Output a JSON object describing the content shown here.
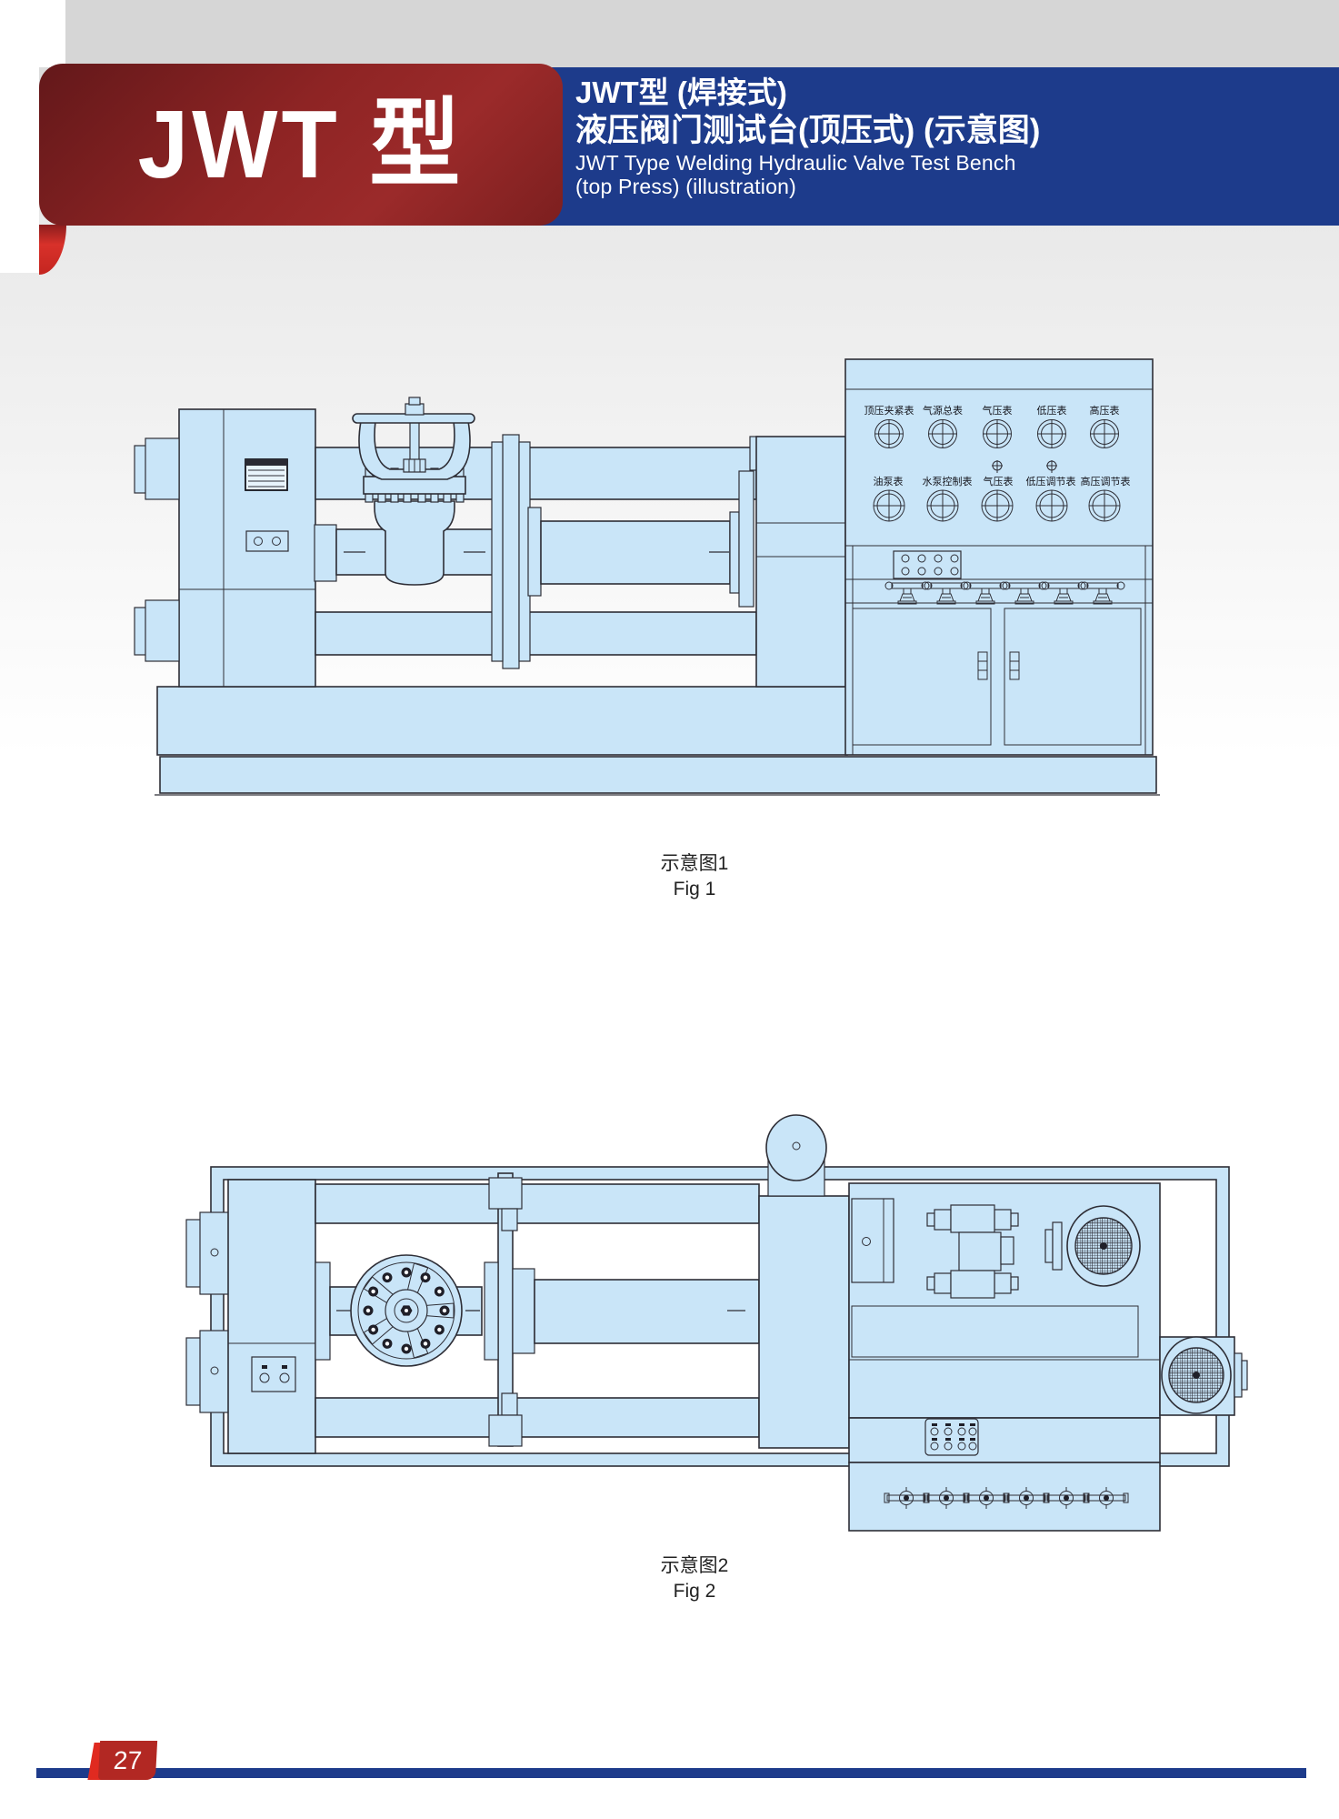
{
  "header": {
    "badge": "JWT 型",
    "title_zh_line1": "JWT型 (焊接式)",
    "title_zh_line2": "液压阀门测试台(顶压式) (示意图)",
    "title_en_line1": "JWT Type Welding Hydraulic Valve Test Bench",
    "title_en_line2": "(top Press) (illustration)",
    "colors": {
      "band_blue": "#1d3b8b",
      "ribbon_red": "#8e2424",
      "curl_red": "#d8312a"
    }
  },
  "fig1": {
    "caption_zh": "示意图1",
    "caption_en": "Fig 1",
    "panel": {
      "row1": [
        "顶压夹紧表",
        "气源总表",
        "气压表",
        "低压表",
        "高压表"
      ],
      "row2": [
        "油泵表",
        "水泵控制表",
        "气压表",
        "低压调节表",
        "高压调节表"
      ]
    }
  },
  "fig2": {
    "caption_zh": "示意图2",
    "caption_en": "Fig 2"
  },
  "footer": {
    "page_number": "27",
    "colors": {
      "bar_blue": "#1d3b8b",
      "tab_red": "#b22823"
    }
  },
  "drawing_colors": {
    "machine_fill": "#c9e5f8",
    "outline": "#2e2e36",
    "page_gray": "#d6d6d6"
  }
}
